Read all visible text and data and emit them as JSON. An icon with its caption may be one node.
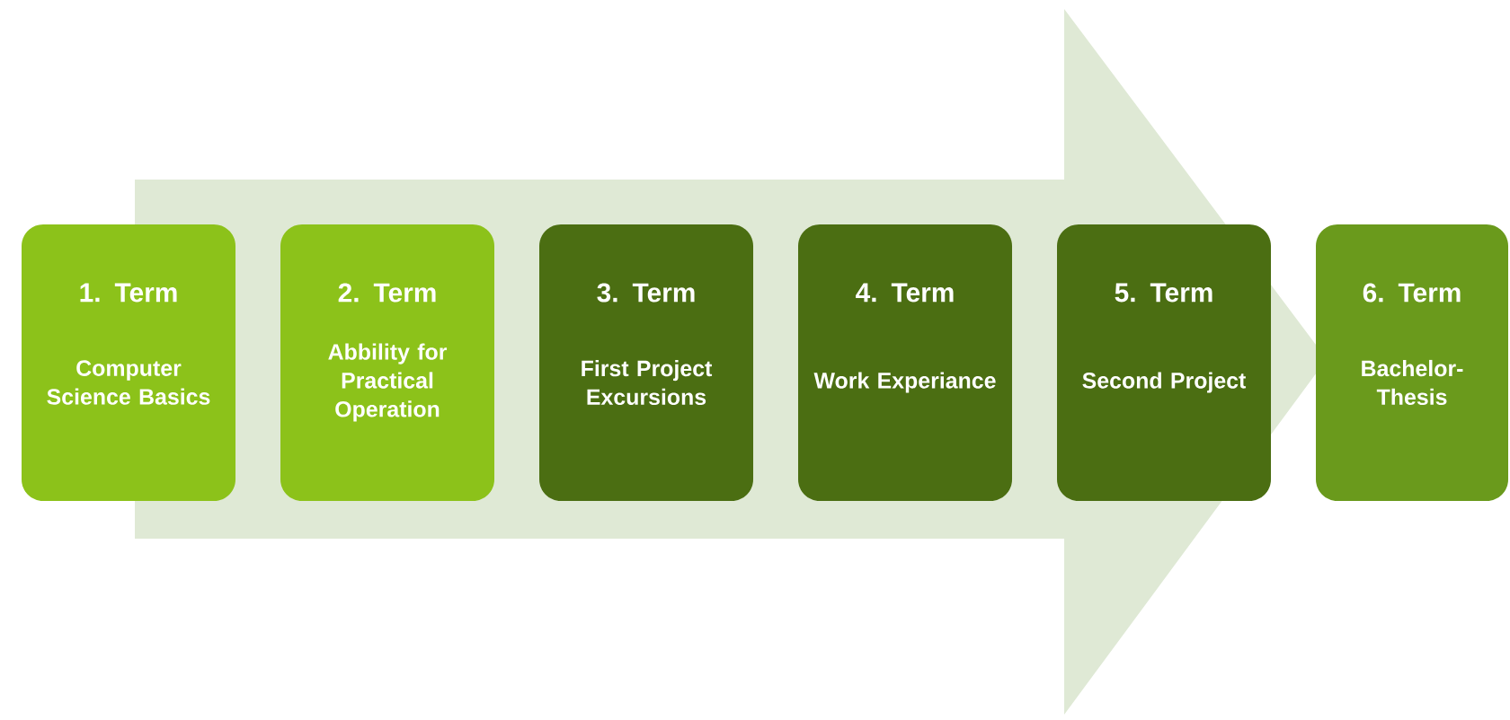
{
  "diagram": {
    "nodes": [
      {
        "text": [
          "1. Term",
          "Computer Science Basics"
        ]
      },
      {
        "text": [
          "2. Term",
          "Abbility for Practical Operation"
        ]
      },
      {
        "text": [
          "3. Term",
          "First Project Excursions"
        ]
      },
      {
        "text": [
          "4. Term",
          "Work Experiance"
        ]
      },
      {
        "text": [
          "5. Term",
          "Second Project"
        ]
      },
      {
        "text": [
          "6. Term",
          "Bachelor-Thesis"
        ]
      }
    ],
    "edges": [
      {
        "from": 0,
        "to": 5,
        "arrow": "to"
      }
    ]
  }
}
